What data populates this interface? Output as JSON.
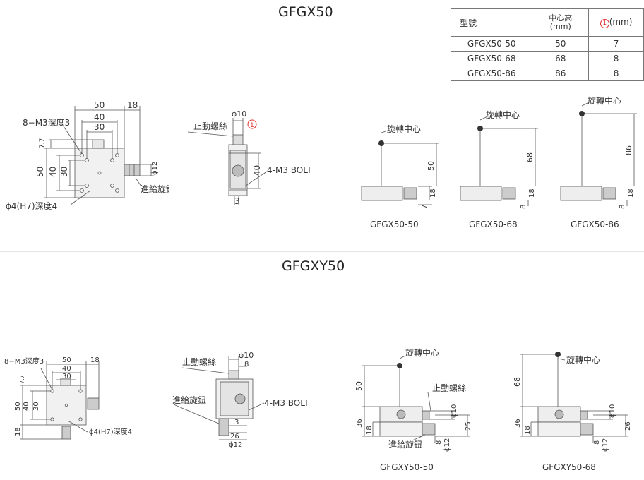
{
  "sections": {
    "top_title": "GFGX50",
    "bottom_title": "GFGXY50"
  },
  "table": {
    "header_model": "型號",
    "header_center_line1": "中心高",
    "header_center_line2": "(mm)",
    "header_one_num": "1",
    "header_one_unit": "(mm)",
    "rows": [
      {
        "model": "GFGX50-50",
        "center": "50",
        "one": "7"
      },
      {
        "model": "GFGX50-68",
        "center": "68",
        "one": "8"
      },
      {
        "model": "GFGX50-86",
        "center": "86",
        "one": "8"
      }
    ]
  },
  "top_front": {
    "dims": {
      "d50": "50",
      "d40": "40",
      "d30": "30",
      "d18": "18",
      "d77": "7.7",
      "v50": "50",
      "v40": "40",
      "v30": "30",
      "phi12": "ϕ12"
    },
    "labels": {
      "tap": "8−M3深度3",
      "pin": "ϕ4(H7)深度4",
      "knob": "進給旋鈕"
    }
  },
  "top_side": {
    "dims": {
      "phi10": "ϕ10",
      "one": "1",
      "d40": "40",
      "d3": "3"
    },
    "labels": {
      "lock": "止動螺絲",
      "bolt": "4-M3 BOLT"
    }
  },
  "top_heights": [
    {
      "label": "旋轉中心",
      "height": "50",
      "d18": "18",
      "d_small": "7",
      "caption": "GFGX50-50"
    },
    {
      "label": "旋轉中心",
      "height": "68",
      "d18": "18",
      "d_small": "8",
      "caption": "GFGX50-68"
    },
    {
      "label": "旋轉中心",
      "height": "86",
      "d18": "18",
      "d_small": "8",
      "caption": "GFGX50-86"
    }
  ],
  "bot_front": {
    "dims": {
      "d50": "50",
      "d40": "40",
      "d30": "30",
      "d18": "18",
      "d77": "7.7",
      "v50": "50",
      "v40": "40",
      "v30": "30",
      "v18": "18"
    },
    "labels": {
      "tap": "8−M3深度3",
      "pin": "ϕ4(H7)深度4"
    }
  },
  "bot_side": {
    "dims": {
      "phi10": "ϕ10",
      "d8": "8",
      "d3": "3",
      "d26": "26",
      "phi12": "ϕ12"
    },
    "labels": {
      "lock": "止動螺絲",
      "knob": "進給旋鈕",
      "bolt": "4-M3 BOLT"
    }
  },
  "bot_h1": {
    "dims": {
      "h50": "50",
      "h36": "36",
      "h18": "18",
      "phi10": "ϕ10",
      "d25": "25",
      "d8": "8",
      "phi12": "ϕ12"
    },
    "labels": {
      "rot": "旋轉中心",
      "lock": "止動螺絲",
      "knob": "進給旋鈕",
      "caption": "GFGXY50-50"
    }
  },
  "bot_h2": {
    "dims": {
      "h68": "68",
      "h36": "36",
      "h18": "18",
      "phi10": "ϕ10",
      "d26": "26",
      "d8": "8",
      "phi12": "ϕ12"
    },
    "labels": {
      "rot": "旋轉中心",
      "caption": "GFGXY50-68"
    }
  }
}
